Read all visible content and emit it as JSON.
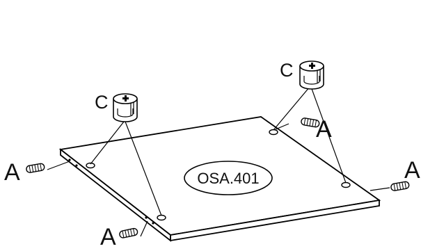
{
  "diagram": {
    "part_code": "OSA.401",
    "labels": {
      "dowel_left": "A",
      "dowel_bottom": "A",
      "dowel_right": "A",
      "dowel_top": "A",
      "cam_left": "C",
      "cam_right": "C"
    }
  }
}
